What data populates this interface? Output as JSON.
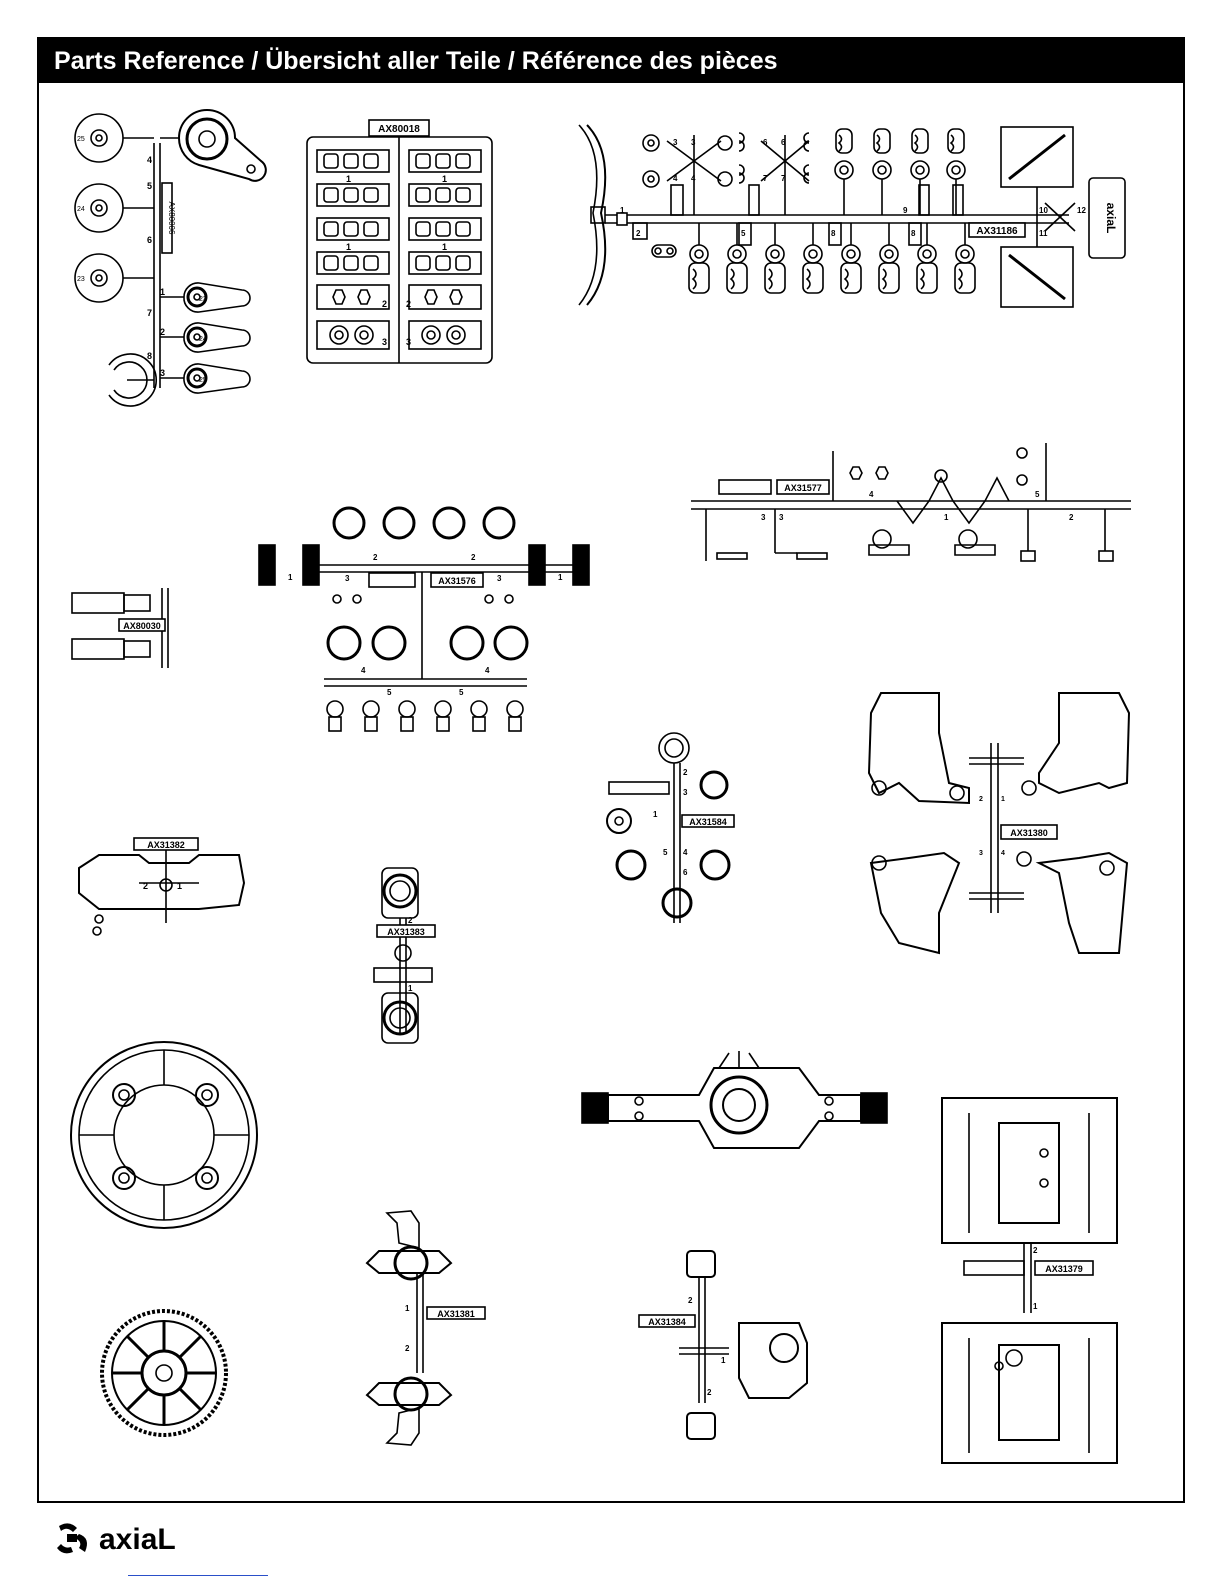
{
  "header": {
    "title": "Parts Reference / Übersicht aller Teile / Référence des pièces"
  },
  "brand": {
    "logo_text": "axiaL",
    "accent": "#000000"
  },
  "trees": [
    {
      "name": "AX80006",
      "nums": [
        "5",
        "4",
        "6",
        "1",
        "7",
        "2",
        "8",
        "3"
      ],
      "sizes": [
        "25",
        "24",
        "23",
        "23",
        "24",
        "25"
      ]
    },
    {
      "name": "AX80018",
      "nums": [
        "1",
        "1",
        "1",
        "1",
        "2",
        "2",
        "3",
        "3"
      ]
    },
    {
      "name": "AX31186",
      "nums": [
        "1",
        "2",
        "3",
        "3",
        "4",
        "4",
        "5",
        "6",
        "6",
        "7",
        "7",
        "8",
        "8",
        "9",
        "10",
        "11",
        "12"
      ]
    },
    {
      "name": "AX31577",
      "nums": [
        "3",
        "3",
        "4",
        "1",
        "5",
        "2"
      ]
    },
    {
      "name": "AX31576",
      "nums": [
        "1",
        "2",
        "2",
        "1",
        "3",
        "3",
        "4",
        "4",
        "5",
        "5"
      ]
    },
    {
      "name": "AX80030"
    },
    {
      "name": "AX31584",
      "nums": [
        "2",
        "3",
        "1",
        "5",
        "4",
        "6"
      ]
    },
    {
      "name": "AX31380",
      "nums": [
        "2",
        "1",
        "3",
        "4"
      ]
    },
    {
      "name": "AX31382",
      "nums": [
        "2",
        "1"
      ]
    },
    {
      "name": "AX31383",
      "nums": [
        "2",
        "1"
      ]
    },
    {
      "name": "AX31381",
      "nums": [
        "1",
        "2"
      ]
    },
    {
      "name": "AX31384",
      "nums": [
        "2",
        "1",
        "2"
      ]
    },
    {
      "name": "AX31379",
      "nums": [
        "2",
        "1"
      ]
    }
  ]
}
